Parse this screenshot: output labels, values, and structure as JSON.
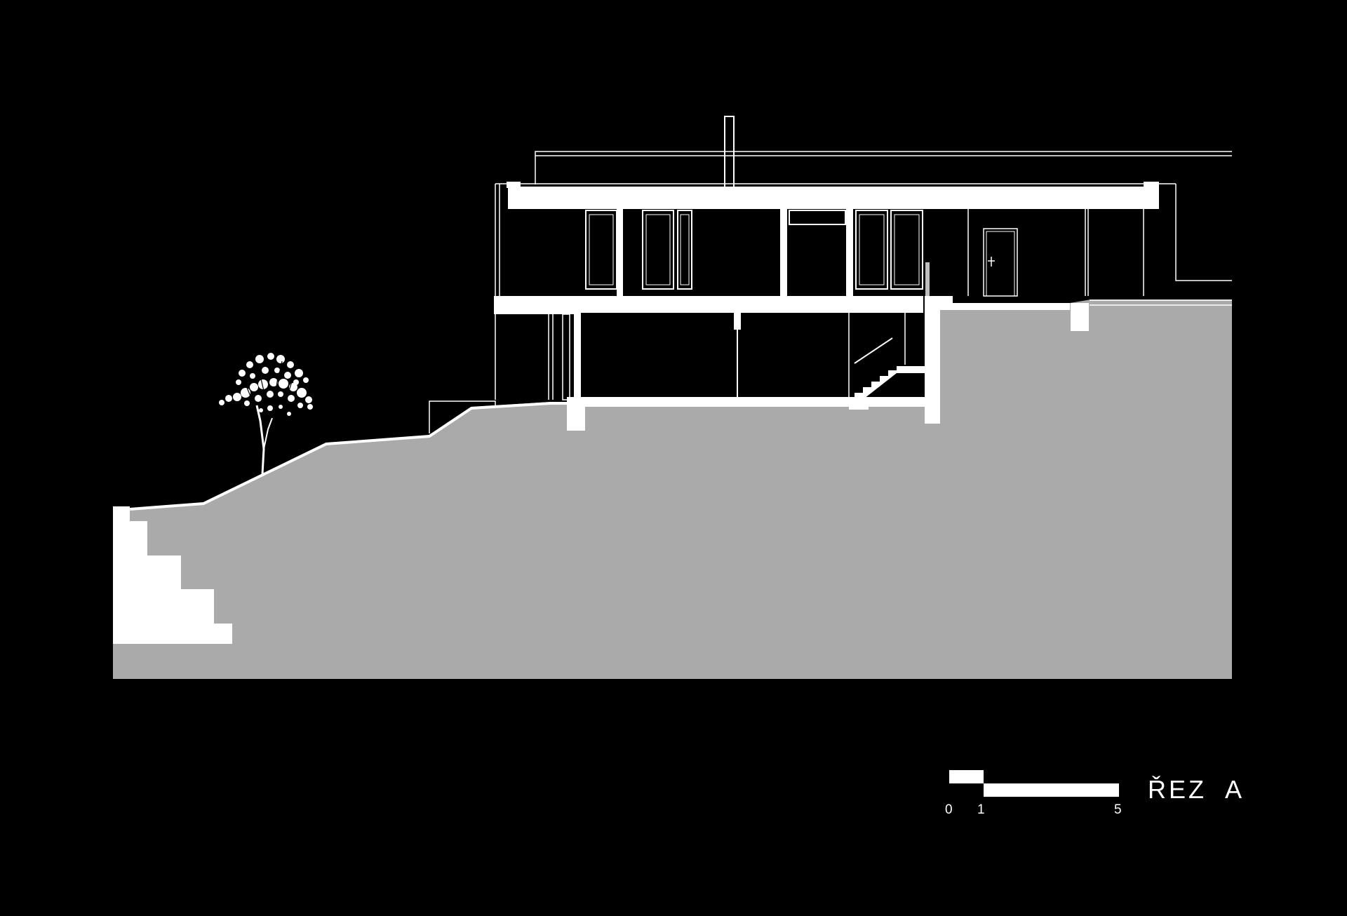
{
  "drawing": {
    "title": "ŘEZ  A",
    "colors": {
      "background": "#000000",
      "ground": "#aaaaaa",
      "structure": "#ffffff"
    },
    "scale_bar": {
      "labels": [
        "0",
        "1",
        "5"
      ]
    }
  }
}
